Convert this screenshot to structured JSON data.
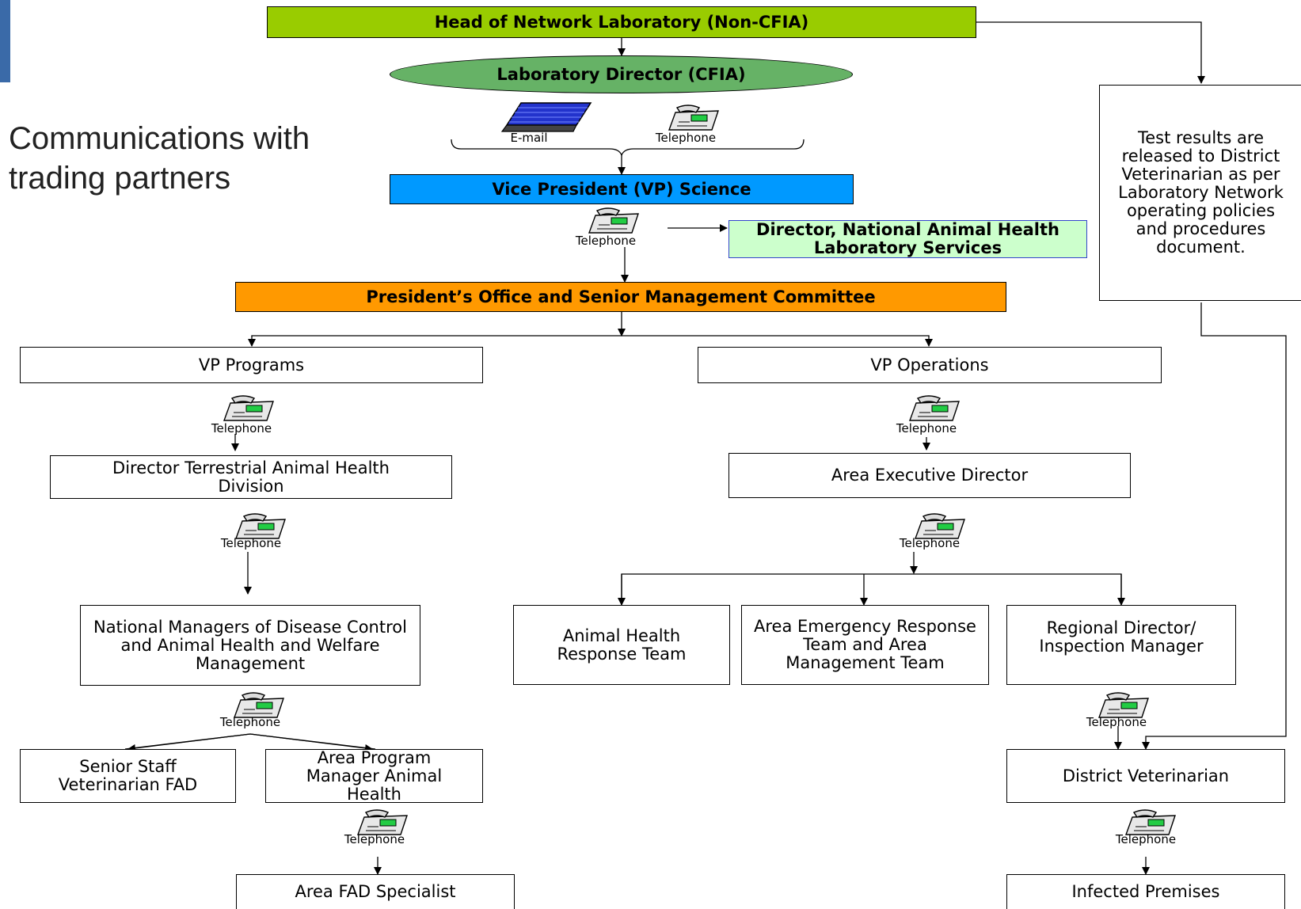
{
  "slide": {
    "title": "Communications with trading partners"
  },
  "colors": {
    "head_network": "#99cc00",
    "lab_director": "#66b266",
    "vp_science": "#0099ff",
    "director_nahls": "#ccffcc",
    "president_office": "#ff9900",
    "accent_bar": "#3a6aa8"
  },
  "nodes": {
    "head_network": "Head of Network Laboratory (Non-CFIA)",
    "lab_director": "Laboratory Director (CFIA)",
    "vp_science": "Vice President (VP) Science",
    "director_nahls": "Director, National Animal Health Laboratory Services",
    "president_office": "President’s Office and Senior Management Committee",
    "test_results": "Test results are released to District Veterinarian as per Laboratory Network operating policies and procedures document.",
    "vp_programs": "VP Programs",
    "vp_operations": "VP Operations",
    "director_terrestrial": "Director Terrestrial Animal Health Division",
    "area_exec_director": "Area Executive Director",
    "national_managers": "National Managers of Disease Control and Animal Health and Welfare Management",
    "animal_health_response": "Animal Health Response Team",
    "area_emergency": "Area Emergency Response Team and Area Management Team",
    "regional_director": "Regional Director/ Inspection Manager",
    "senior_staff_vet": "Senior Staff Veterinarian FAD",
    "area_program_manager": "Area Program Manager Animal Health",
    "district_vet": "District Veterinarian",
    "area_fad_specialist": "Area FAD Specialist",
    "infected_premises": "Infected Premises"
  },
  "channels": {
    "email": "E-mail",
    "telephone": "Telephone"
  }
}
